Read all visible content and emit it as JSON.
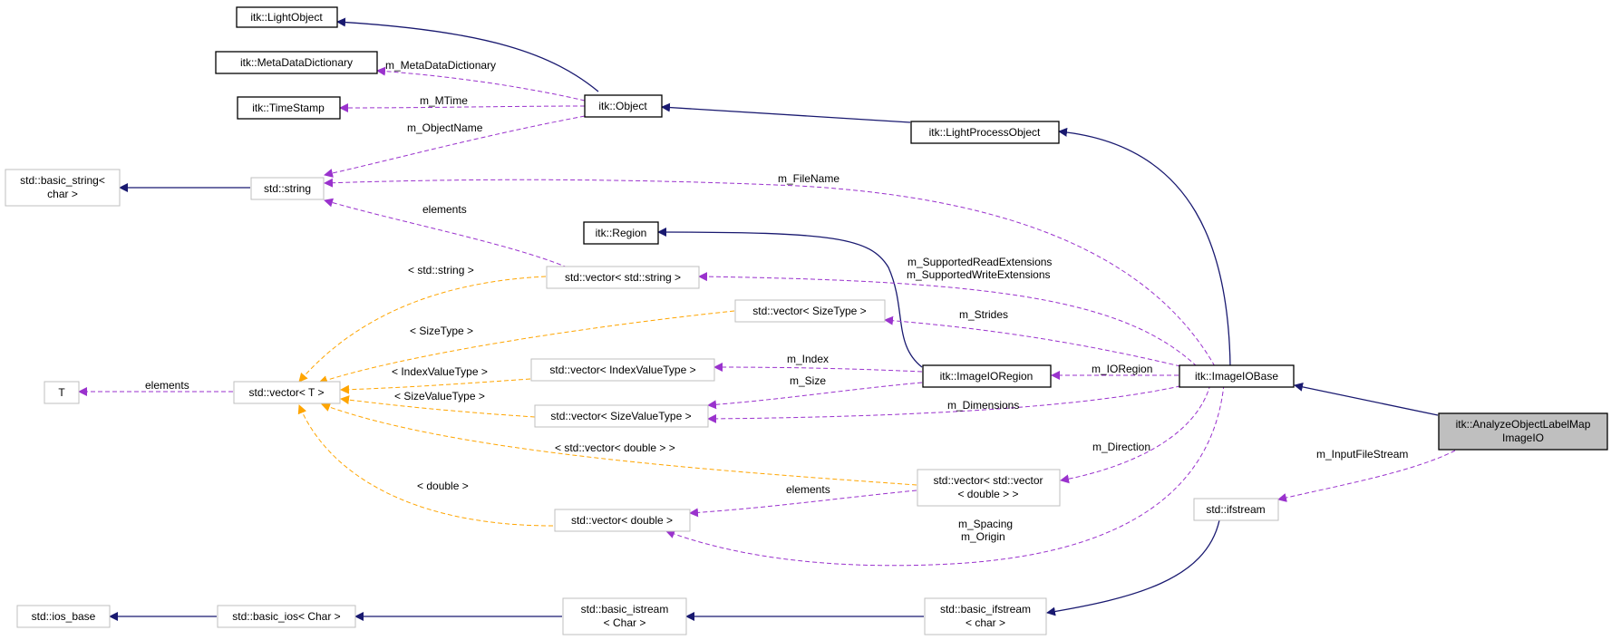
{
  "nodes": {
    "light_object": "itk::LightObject",
    "meta_data_dictionary": "itk::MetaDataDictionary",
    "time_stamp": "itk::TimeStamp",
    "object": "itk::Object",
    "light_process_object": "itk::LightProcessObject",
    "basic_string": [
      "std::basic_string<",
      "char >"
    ],
    "string": "std::string",
    "region": "itk::Region",
    "vector_string": "std::vector< std::string >",
    "vector_sizetype": "std::vector< SizeType >",
    "t": "T",
    "vector_t": "std::vector< T >",
    "vector_indexvaluetype": "std::vector< IndexValueType >",
    "image_io_region": "itk::ImageIORegion",
    "image_io_base": "itk::ImageIOBase",
    "analyze": [
      "itk::AnalyzeObjectLabelMap",
      "ImageIO"
    ],
    "vector_sizevaluetype": "std::vector< SizeValueType >",
    "vector_vector_double": [
      "std::vector< std::vector",
      "< double > >"
    ],
    "vector_double": "std::vector< double >",
    "ifstream": "std::ifstream",
    "ios_base": "std::ios_base",
    "basic_ios": "std::basic_ios< Char >",
    "basic_istream": [
      "std::basic_istream",
      "< Char >"
    ],
    "basic_ifstream": [
      "std::basic_ifstream",
      "< char >"
    ]
  },
  "edge_labels": {
    "m_meta_data_dictionary": "m_MetaDataDictionary",
    "m_mtime": "m_MTime",
    "m_object_name": "m_ObjectName",
    "m_file_name": "m_FileName",
    "elements_string": "elements",
    "std_string_tpl": "< std::string >",
    "m_supported_read": "m_SupportedReadExtensions",
    "m_supported_write": "m_SupportedWriteExtensions",
    "m_strides": "m_Strides",
    "sizetype_tpl": "< SizeType >",
    "m_index": "m_Index",
    "indexvaluetype_tpl": "< IndexValueType >",
    "elements_t": "elements",
    "m_size": "m_Size",
    "m_ioregion": "m_IORegion",
    "sizevaluetype_tpl": "< SizeValueType >",
    "m_dimensions": "m_Dimensions",
    "vector_double_tpl": "< std::vector< double > >",
    "m_direction": "m_Direction",
    "m_input_file_stream": "m_InputFileStream",
    "double_tpl": "< double >",
    "elements_double": "elements",
    "m_spacing": "m_Spacing",
    "m_origin": "m_Origin"
  },
  "colors": {
    "inheritance_edge": "#191970",
    "member_edge": "#9a32cd",
    "template_edge": "#ffa500",
    "focus_node_fill": "#bfbfbf"
  }
}
